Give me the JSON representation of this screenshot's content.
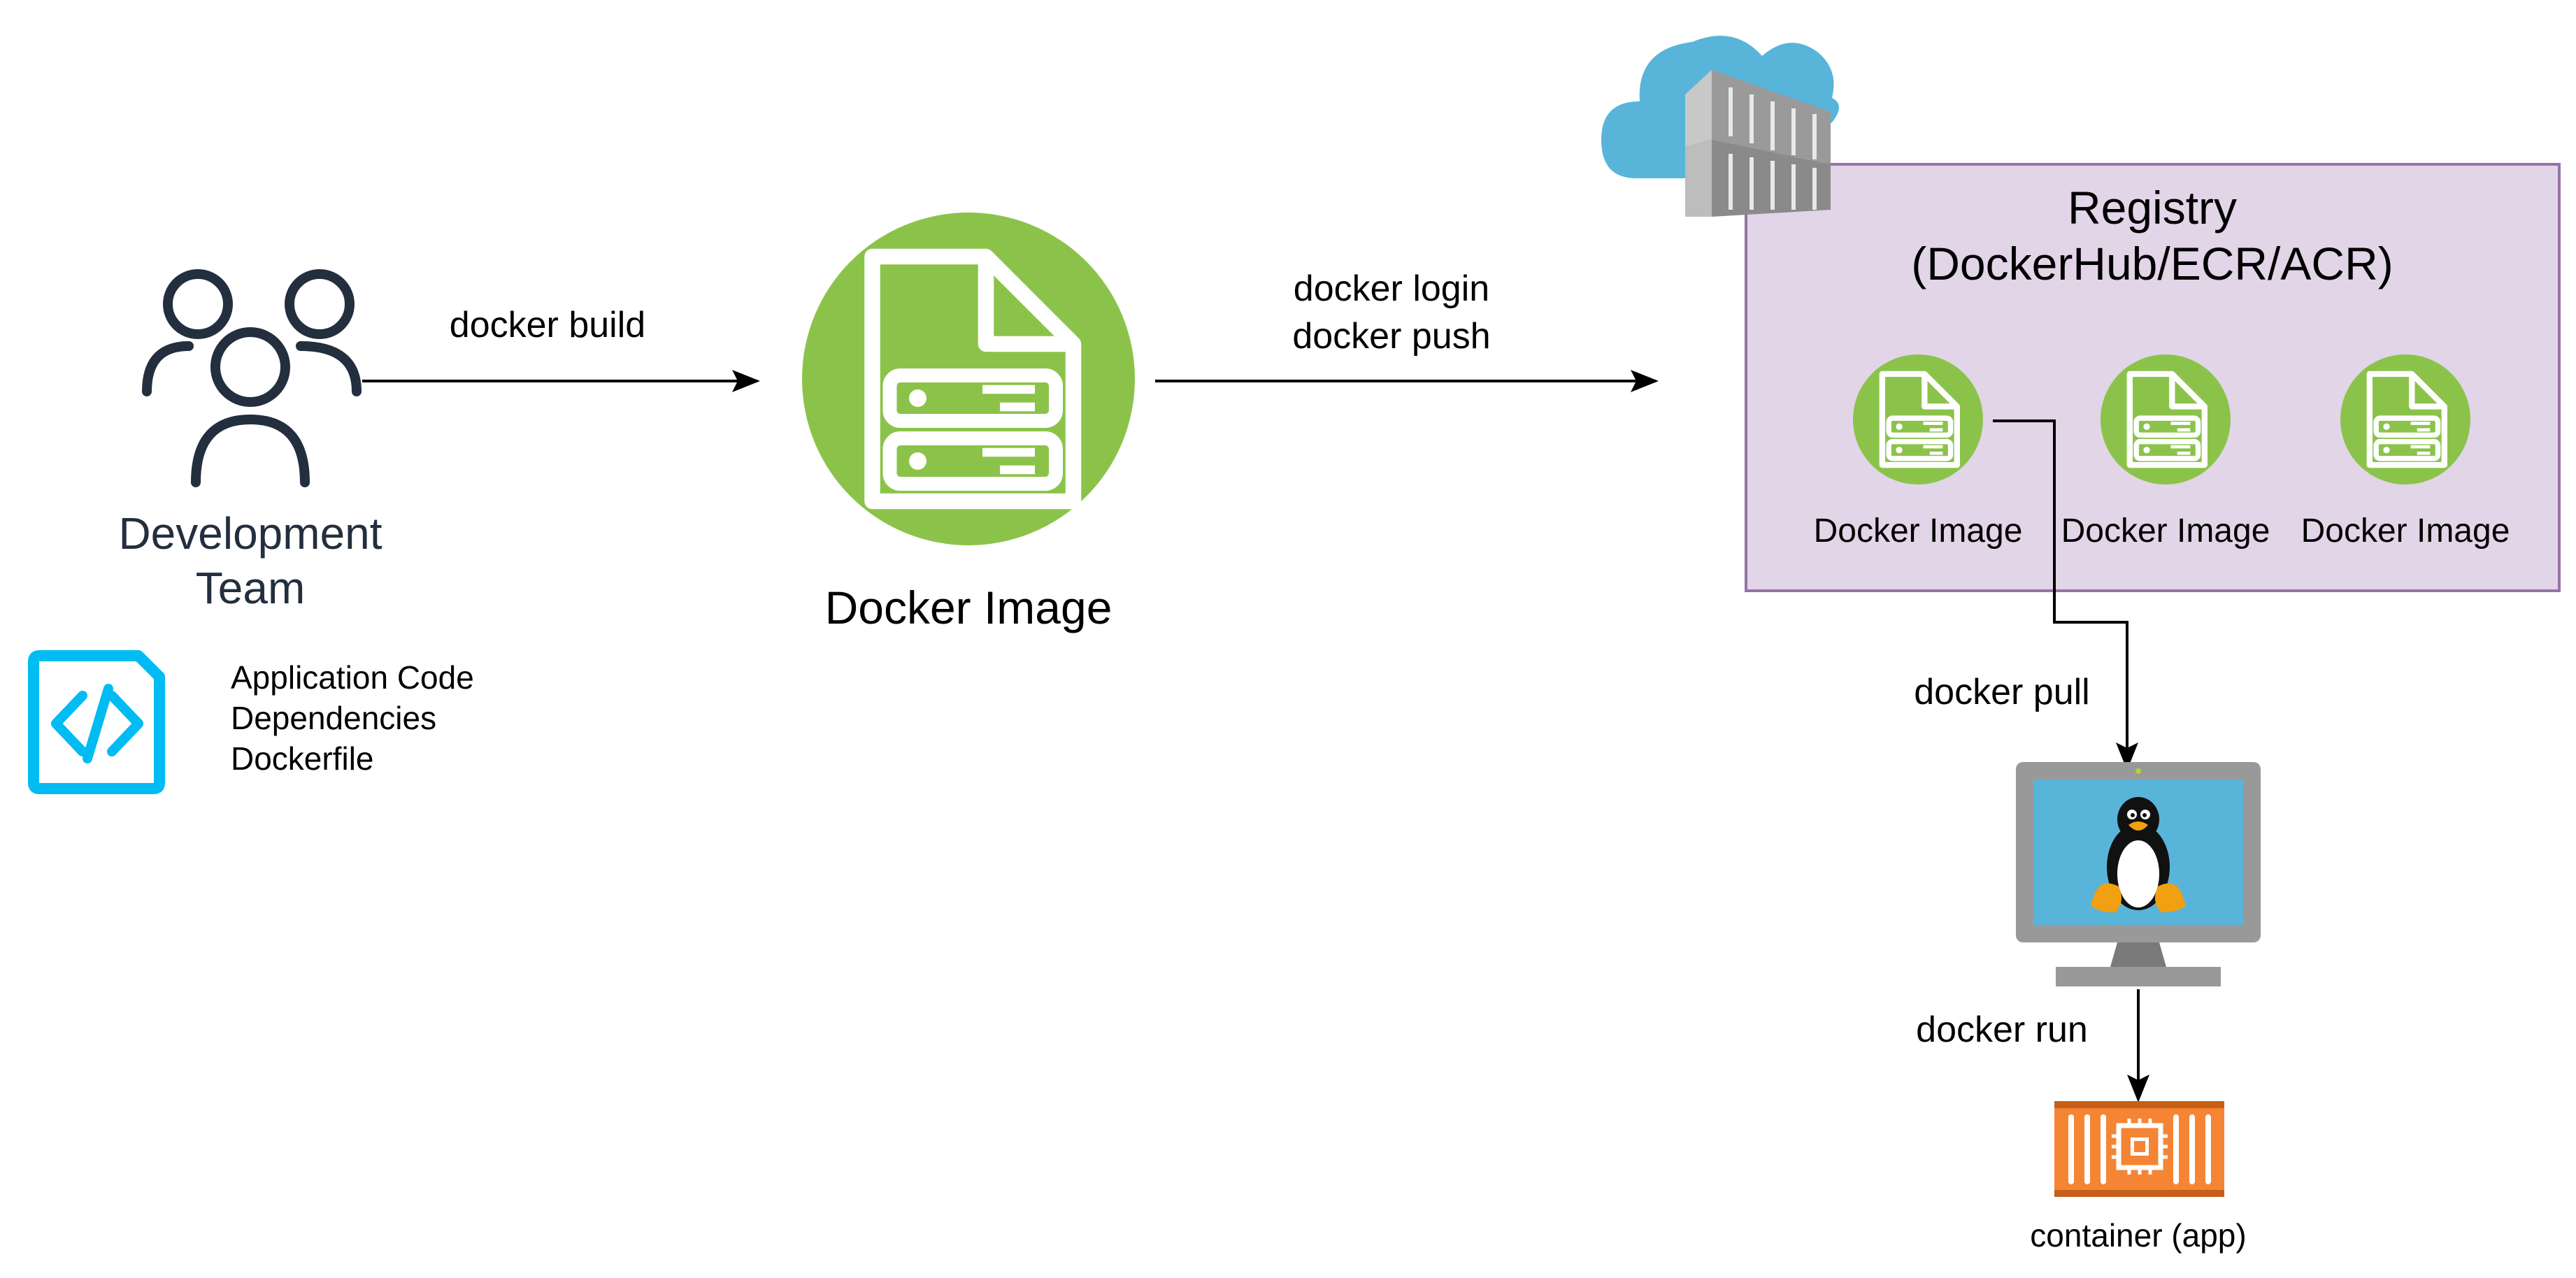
{
  "colors": {
    "docker_green": "#8bc34a",
    "registry_fill": "#e1d5e7",
    "registry_stroke": "#9673a6",
    "team_ink": "#232f3e",
    "code_icon": "#00bcf2",
    "cloud_blue": "#59b4d9",
    "monitor_gray": "#999999",
    "screen_blue": "#59b4d9",
    "container_orange": "#f58534"
  },
  "icons": {
    "team": "users-group-icon",
    "code": "code-file-icon",
    "image": "docker-image-icon",
    "cloud": "container-registry-cloud-icon",
    "host": "linux-vm-icon",
    "container": "container-chip-icon"
  },
  "team": {
    "label_line1": "Development",
    "label_line2": "Team"
  },
  "source": {
    "items": [
      "Application Code",
      "Dependencies",
      "Dockerfile"
    ]
  },
  "steps": {
    "build": "docker build",
    "login": "docker login",
    "push": "docker push",
    "pull": "docker pull",
    "run": "docker run"
  },
  "image": {
    "label": "Docker Image"
  },
  "registry": {
    "title_line1": "Registry",
    "title_line2": "(DockerHub/ECR/ACR)",
    "images": [
      "Docker Image",
      "Docker Image",
      "Docker Image"
    ]
  },
  "container": {
    "label": "container (app)"
  }
}
